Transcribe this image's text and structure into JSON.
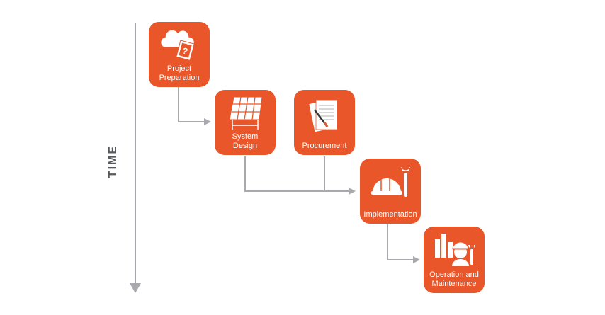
{
  "axis": {
    "label": "TIME"
  },
  "steps": [
    {
      "label": "Project\nPreparation",
      "icon": "cloud-document-icon"
    },
    {
      "label": "System\nDesign",
      "icon": "solar-panel-icon"
    },
    {
      "label": "Procurement",
      "icon": "contract-pen-icon"
    },
    {
      "label": "Implementation",
      "icon": "hardhat-wrench-icon"
    },
    {
      "label": "Operation and\nMaintenance",
      "icon": "worker-chart-icon"
    }
  ],
  "colors": {
    "box": "#e8562a",
    "arrow": "#a7a9ac",
    "text": "#555a5d"
  }
}
